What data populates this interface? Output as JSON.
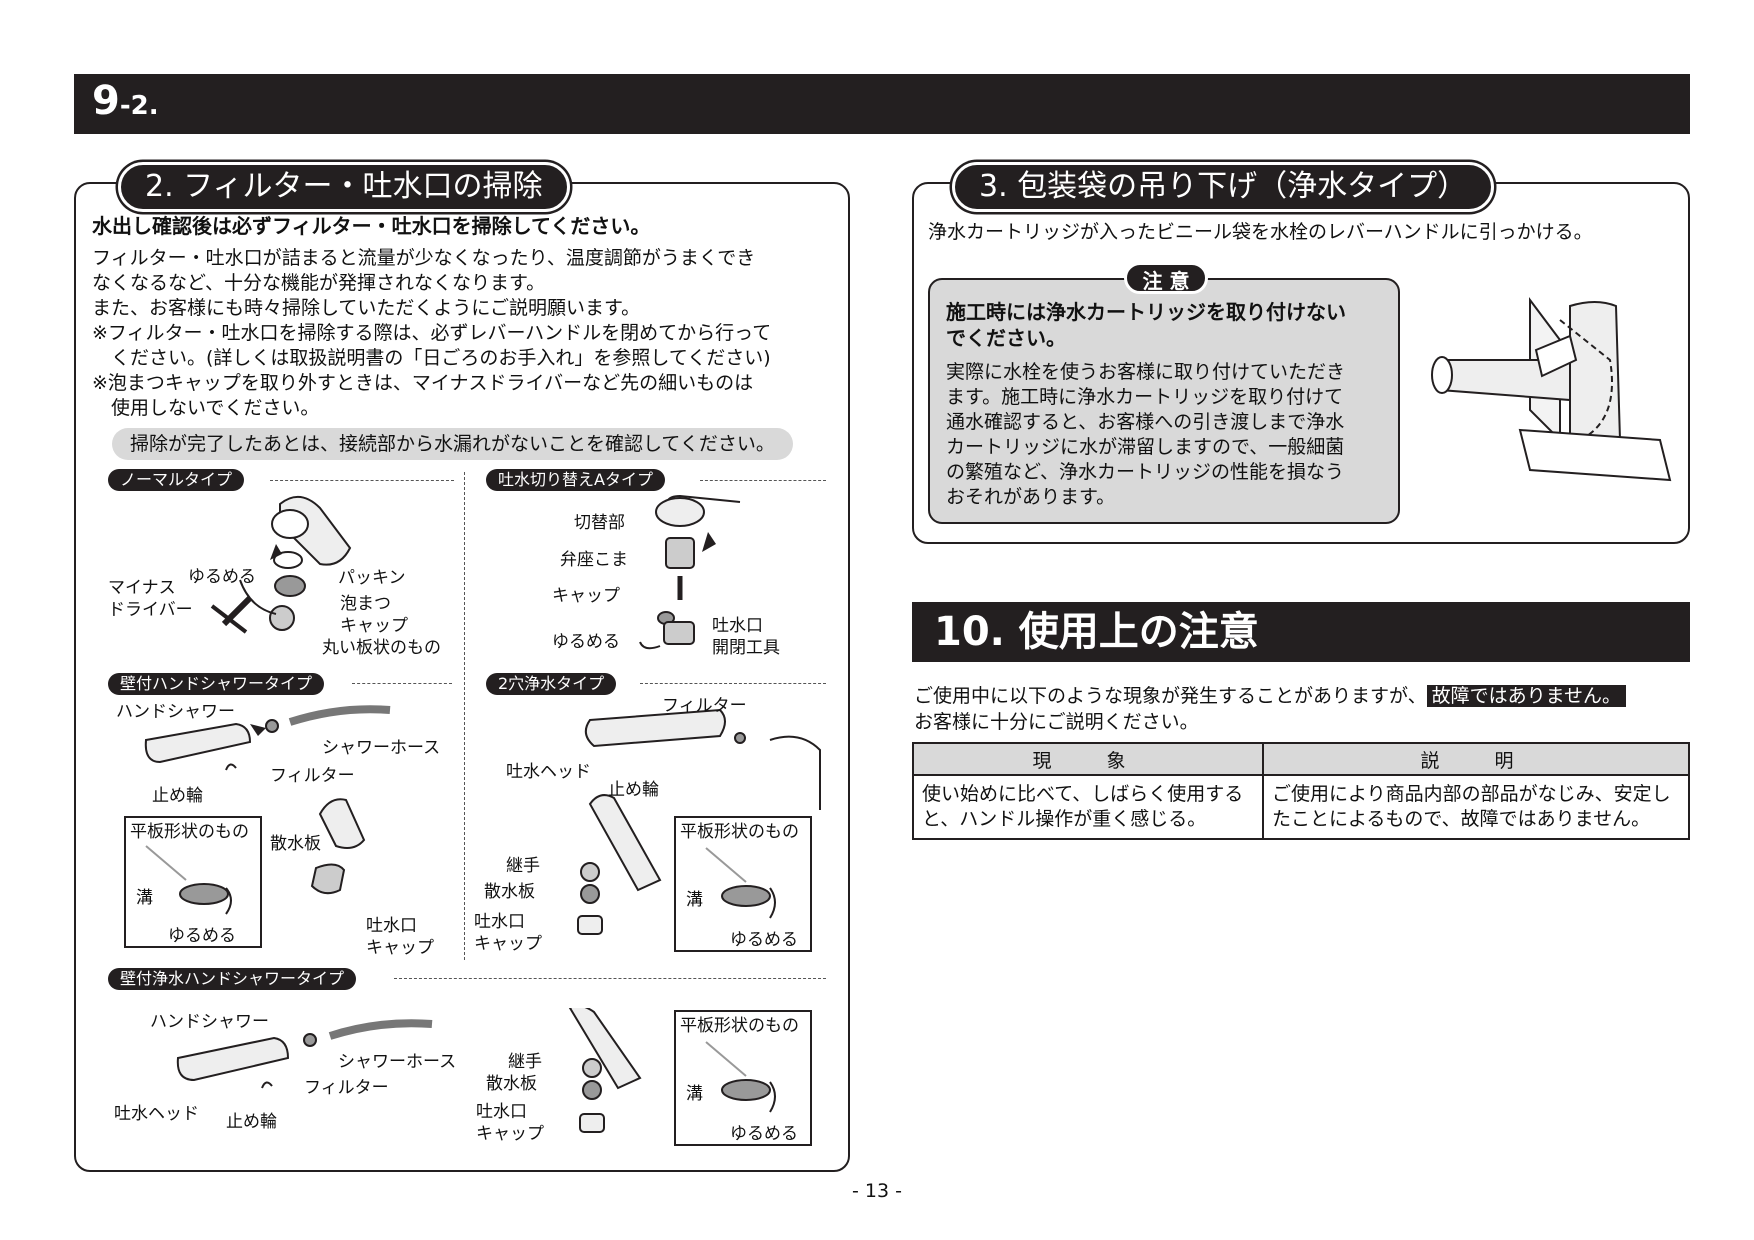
{
  "header": {
    "section_number": "9",
    "section_sub": "-2."
  },
  "filter": {
    "title": "2. フィルター・吐水口の掃除",
    "lead": "水出し確認後は必ずフィルター・吐水口を掃除してください。",
    "body": [
      "フィルター・吐水口が詰まると流量が少なくなったり、温度調節がうまくでき",
      "なくなるなど、十分な機能が発揮されなくなります。",
      "また、お客様にも時々掃除していただくようにご説明願います。",
      "※フィルター・吐水口を掃除する際は、必ずレバーハンドルを閉めてから行って",
      "　ください。(詳しくは取扱説明書の「日ごろのお手入れ」を参照してください)",
      "※泡まつキャップを取り外すときは、マイナスドライバーなど先の細いものは",
      "　使用しないでください。"
    ],
    "note": "掃除が完了したあとは、接続部から水漏れがないことを確認してください。",
    "types": {
      "normal": "ノーマルタイプ",
      "switch_a": "吐水切り替えAタイプ",
      "wall_shower": "壁付ハンドシャワータイプ",
      "two_hole": "2穴浄水タイプ",
      "wall_purify": "壁付浄水ハンドシャワータイプ"
    },
    "labels": {
      "normal": [
        "ゆるめる",
        "マイナス",
        "ドライバー",
        "パッキン",
        "泡まつ",
        "キャップ",
        "丸い板状のもの"
      ],
      "switch_a": [
        "切替部",
        "弁座こま",
        "キャップ",
        "ゆるめる",
        "吐水口",
        "開閉工具"
      ],
      "wall_shower": [
        "ハンドシャワー",
        "シャワーホース",
        "フィルター",
        "止め輪",
        "平板形状のもの",
        "散水板",
        "溝",
        "ゆるめる",
        "吐水口",
        "キャップ"
      ],
      "two_hole": [
        "フィルター",
        "吐水ヘッド",
        "止め輪",
        "継手",
        "散水板",
        "吐水口",
        "キャップ",
        "平板形状のもの",
        "溝",
        "ゆるめる"
      ],
      "wall_purify": [
        "ハンドシャワー",
        "シャワーホース",
        "フィルター",
        "吐水ヘッド",
        "止め輪",
        "継手",
        "散水板",
        "吐水口",
        "キャップ",
        "平板形状のもの",
        "溝",
        "ゆるめる"
      ]
    }
  },
  "bag": {
    "title": "3. 包装袋の吊り下げ（浄水タイプ）",
    "body": "浄水カートリッジが入ったビニール袋を水栓のレバーハンドルに引っかける。",
    "caution_tag": "注 意",
    "caution_head": [
      "施工時には浄水カートリッジを取り付けない",
      "でください。"
    ],
    "caution_body": [
      "実際に水栓を使うお客様に取り付けていただき",
      "ます。施工時に浄水カートリッジを取り付けて",
      "通水確認すると、お客様への引き渡しまで浄水",
      "カートリッジに水が滞留しますので、一般細菌",
      "の繁殖など、浄水カートリッジの性能を損なう",
      "おそれがあります。"
    ]
  },
  "usage": {
    "title": "10. 使用上の注意",
    "intro_1": "ご使用中に以下のような現象が発生することがありますが、",
    "intro_highlight": "故障ではありません。",
    "intro_2": "お客様に十分にご説明ください。",
    "table": {
      "headers": [
        "現　象",
        "説　明"
      ],
      "rows": [
        {
          "phenomenon": [
            "使い始めに比べて、しばらく使用する",
            "と、ハンドル操作が重く感じる。"
          ],
          "explanation": [
            "ご使用により商品内部の部品がなじみ、安定し",
            "たことによるもので、故障ではありません。"
          ]
        }
      ]
    }
  },
  "page_number": "- 13 -",
  "colors": {
    "ink": "#231f20",
    "panel_gray": "#d9d9d9"
  }
}
